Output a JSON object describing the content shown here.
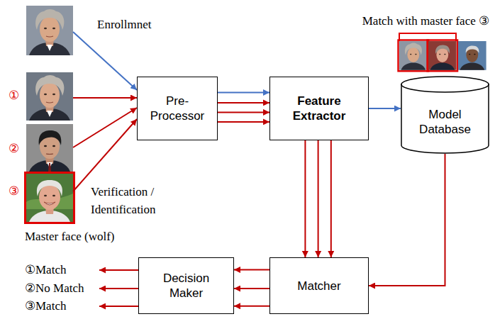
{
  "diagram": {
    "nodes": [
      {
        "text": [
          "Pre-Processor"
        ]
      },
      {
        "text": [
          "Feature Extractor"
        ]
      },
      {
        "text": [
          "Model Database"
        ]
      },
      {
        "text": [
          "Decision Maker"
        ]
      },
      {
        "text": [
          "Matcher"
        ]
      }
    ],
    "edges": [
      {
        "from": 0,
        "to": 1,
        "arrow": "to"
      },
      {
        "from": 0,
        "to": 1,
        "arrow": "to"
      },
      {
        "from": 0,
        "to": 1,
        "arrow": "to"
      },
      {
        "from": 0,
        "to": 1,
        "arrow": "to"
      },
      {
        "from": 1,
        "to": 2,
        "arrow": "to"
      },
      {
        "from": 1,
        "to": 4,
        "arrow": "to"
      },
      {
        "from": 1,
        "to": 4,
        "arrow": "to"
      },
      {
        "from": 1,
        "to": 4,
        "arrow": "to"
      },
      {
        "from": 2,
        "to": 4,
        "arrow": "to"
      },
      {
        "from": 4,
        "to": 3,
        "arrow": "to"
      },
      {
        "from": 4,
        "to": 3,
        "arrow": "to"
      },
      {
        "from": 4,
        "to": 3,
        "arrow": "to"
      }
    ],
    "labels": [
      "Enrollmnet",
      "①",
      "②",
      "③",
      "Verification / Identification",
      "Master face (wolf)",
      "Match with master face ③",
      "①Match",
      "②No Match",
      "③Match"
    ]
  }
}
